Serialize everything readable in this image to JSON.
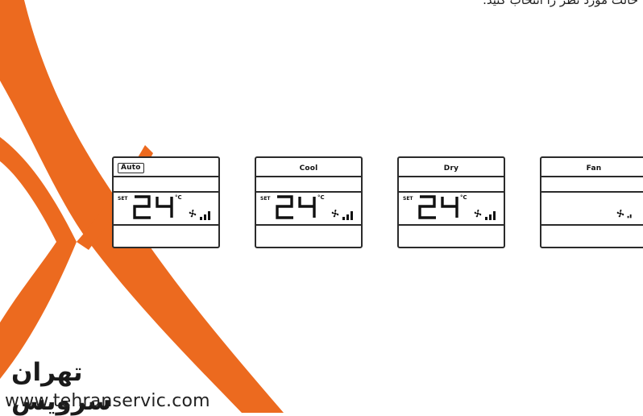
{
  "caption": "حالت مورد نظر را انتخاب کنید.",
  "panels": [
    {
      "mode": "Auto",
      "set": "SET",
      "temp": "24",
      "unit": "°C",
      "boxed": true
    },
    {
      "mode": "Cool",
      "set": "SET",
      "temp": "24",
      "unit": "°C"
    },
    {
      "mode": "Dry",
      "set": "SET",
      "temp": "24",
      "unit": "°C"
    },
    {
      "mode": "Fan"
    }
  ],
  "brand": {
    "name_fa": "تهران سرویس",
    "url": "www.tehranservic.com"
  },
  "colors": {
    "swoosh": "#ec6a1f",
    "outline": "#2b2b2b"
  }
}
